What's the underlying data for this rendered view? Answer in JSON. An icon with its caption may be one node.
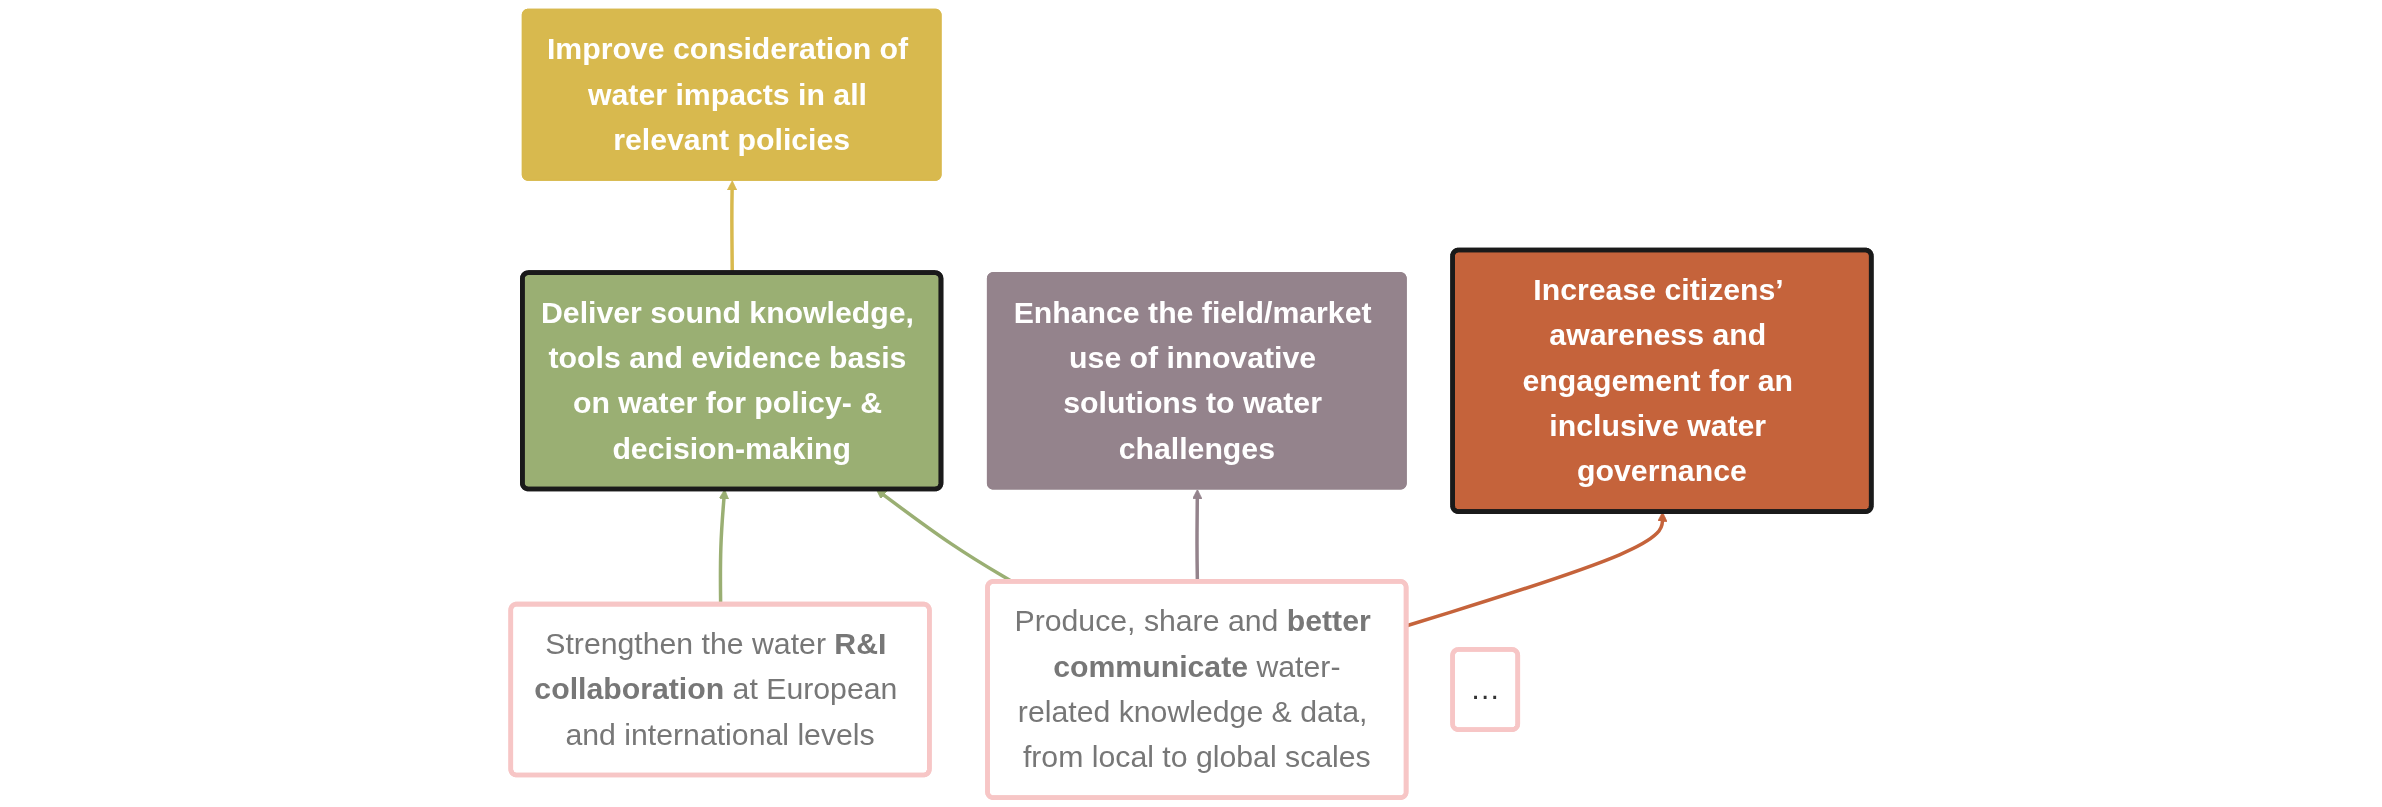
{
  "diagram": {
    "nodes": [
      {
        "text": [
          "Deliver sound knowledge, tools and evidence basis on water for policy- & decision-making"
        ]
      },
      {
        "text": [
          "Improve consideration of water impacts in all relevant policies"
        ]
      },
      {
        "text": [
          "Enhance the field/market use of innovative solutions to water challenges"
        ]
      },
      {
        "text": [
          "Increase citizens’ awareness and engagement for an inclusive water governance"
        ]
      },
      {
        "text": [
          "Strengthen the water **R&I collaboration** at European and international levels"
        ]
      },
      {
        "text": [
          "Produce, share and **better communicate** water-related knowledge & data, from local to global scales"
        ]
      },
      {
        "text": [
          "…"
        ]
      }
    ],
    "edges": [
      {
        "from": 0,
        "to": 1,
        "arrow": "to",
        "color": "#d8b94e"
      },
      {
        "from": 4,
        "to": 0,
        "arrow": "to",
        "color": "#9aaf73"
      },
      {
        "from": 5,
        "to": 0,
        "arrow": "to",
        "color": "#9aaf73"
      },
      {
        "from": 5,
        "to": 2,
        "arrow": "to",
        "color": "#94838c"
      },
      {
        "from": 5,
        "to": 3,
        "arrow": "to",
        "color": "#c5633b"
      }
    ]
  }
}
